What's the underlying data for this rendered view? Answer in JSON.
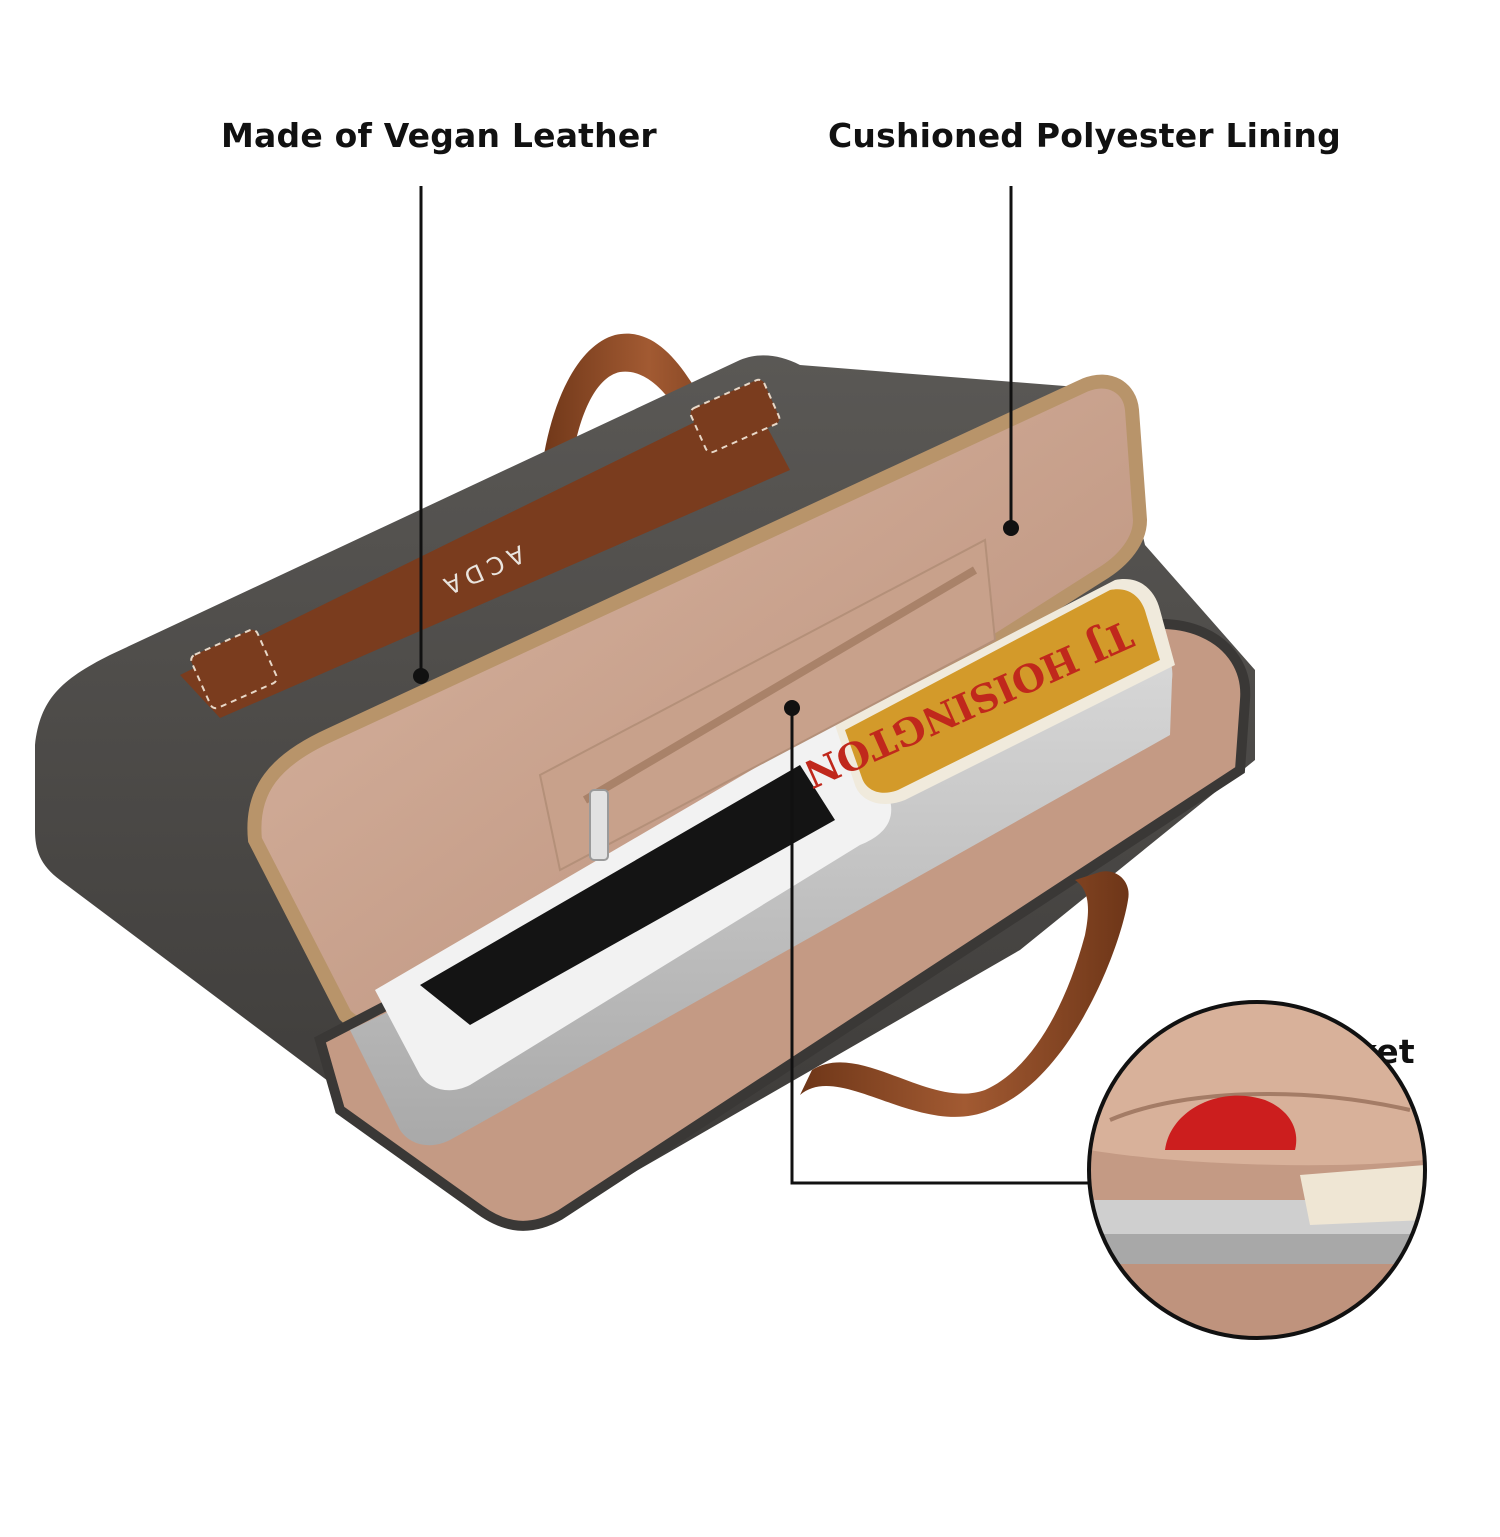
{
  "callouts": {
    "vegan_leather": "Made of Vegan Leather",
    "polyester_lining": "Cushioned Polyester Lining",
    "zipper_pocket": "Zipper Pocket"
  },
  "product": {
    "brand_mark": "ACDA",
    "book_title": "TJ HOISINGTON"
  },
  "colors": {
    "bag_body": "#4a4845",
    "lining": "#c7a08a",
    "piping": "#b8946a",
    "handle": "#8a4a28",
    "callout_line": "#111111"
  }
}
